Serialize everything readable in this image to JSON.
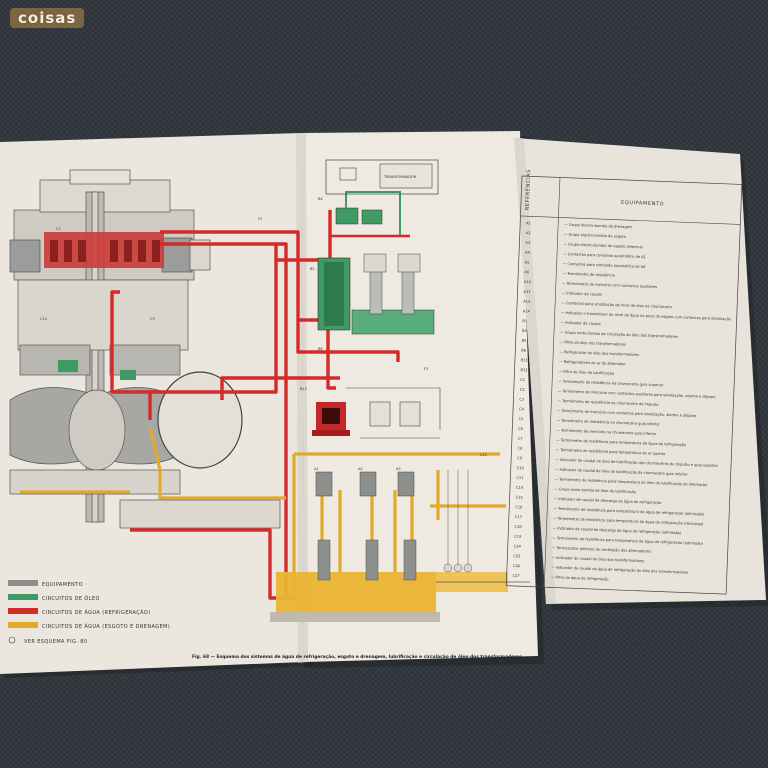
{
  "watermark": "coisas",
  "colors": {
    "equipment": "#8c8f8b",
    "oil": "#3f9a64",
    "cooling": "#d32a2a",
    "drainage": "#e2a92a",
    "paper": "#ece7df"
  },
  "legend": [
    {
      "label": "EQUIPAMENTO",
      "color": "#8c8f8b"
    },
    {
      "label": "CIRCUITOS DE ÓLEO",
      "color": "#3f9a64"
    },
    {
      "label": "CIRCUITOS DE ÁGUA (REFRIGERAÇÃO)",
      "color": "#d32a2a"
    },
    {
      "label": "CIRCUITOS DE ÁGUA (ESGOTO E DRENAGEM)",
      "color": "#e2a92a"
    },
    {
      "label": "VER ESQUEMA FIG. 80",
      "symbol": "circled-reference"
    }
  ],
  "caption": "Fig. 68 — Esquema dos sistemas de água de refrigeração, esgoto e drenagem, lubrificação e circulação de óleo dos transformadores",
  "table": {
    "header_ref": "REFERÊNCIAS",
    "header_equipment": "EQUIPAMENTO",
    "rows": [
      {
        "ref": "A1",
        "desc": "Grupo electro-bomba de drenagem"
      },
      {
        "ref": "A2",
        "desc": "Grupo electro-bomba de esgoto"
      },
      {
        "ref": "A3",
        "desc": "Grupo electro-bomba de esgoto (reserva)"
      },
      {
        "ref": "A4",
        "desc": "Contactos para comando automático de A1"
      },
      {
        "ref": "A5",
        "desc": "Contactos para comando automático de A4"
      },
      {
        "ref": "A6",
        "desc": "Termómetro de resistência"
      },
      {
        "ref": "A10",
        "desc": "Termómetro de mercúrio com contactos auxiliares"
      },
      {
        "ref": "A11",
        "desc": "Indicador de caudal"
      },
      {
        "ref": "A13",
        "desc": "Contactos para sinalização de nível de óleo na chumaceira"
      },
      {
        "ref": "A14",
        "desc": "Indicador e transmissor do nível de água no poço de esgoto com contactos para sinalização"
      },
      {
        "ref": "B1",
        "desc": "Indicador de caudal"
      },
      {
        "ref": "B4",
        "desc": "Grupo moto-bomba de circulação do óleo dos transformadores"
      },
      {
        "ref": "B5",
        "desc": "Filtro do óleo dos transformadores"
      },
      {
        "ref": "B6",
        "desc": "Refrigerador do óleo dos transformadores"
      },
      {
        "ref": "B11",
        "desc": "Refrigeradores do ar do alternador"
      },
      {
        "ref": "B12",
        "desc": "Filtro do óleo de lubrificação"
      },
      {
        "ref": "C1",
        "desc": "Termómetro de resistência na chumaceira guia superior"
      },
      {
        "ref": "C2",
        "desc": "Termómetro de mercúrio com contactos auxiliares para sinalização, alarme e disparo"
      },
      {
        "ref": "C3",
        "desc": "Termómetro de resistência na chumaceira de impulso"
      },
      {
        "ref": "C4",
        "desc": "Termómetro de mercúrio com contactos para sinalização, alarme e disparo"
      },
      {
        "ref": "C5",
        "desc": "Termómetro de resistência na chumaceira guia inferior"
      },
      {
        "ref": "C6",
        "desc": "Termómetro de mercúrio na chumaceira guia inferior"
      },
      {
        "ref": "C7",
        "desc": "Termómetro de resistência para temperatura da água de refrigeração"
      },
      {
        "ref": "C8",
        "desc": "Termómetro de resistência para temperatura do ar quente"
      },
      {
        "ref": "C9",
        "desc": "Indicador de caudal de óleo de lubrificação das chumaceiras de impulso e guia superior"
      },
      {
        "ref": "C10",
        "desc": "Indicador de caudal de óleo de lubrificação da chumaceira guia inferior"
      },
      {
        "ref": "C11",
        "desc": "Termómetro de resistência para temperatura do óleo de lubrificação do alternador"
      },
      {
        "ref": "C14",
        "desc": "Grupo moto-bomba de óleo de lubrificação"
      },
      {
        "ref": "C15",
        "desc": "Indicador de caudal de descarga da água de refrigeração"
      },
      {
        "ref": "C16",
        "desc": "Termómetro de resistência para temperatura da água de refrigeração (admissão)"
      },
      {
        "ref": "C17",
        "desc": "Termómetro de resistência para temperatura da água de refrigeração (descarga)"
      },
      {
        "ref": "C18",
        "desc": "Indicador de caudal de descarga da água de refrigeração (admissão)"
      },
      {
        "ref": "C19",
        "desc": "Termómetro de resistência para temperatura da água de refrigeração (admissão)"
      },
      {
        "ref": "C24",
        "desc": "Termostatos (pilotos) de ventilação dos alternadores"
      },
      {
        "ref": "C25",
        "desc": "Indicador de caudal do óleo dos transformadores"
      },
      {
        "ref": "C26",
        "desc": "Indicador de caudal da água de refrigeração do óleo dos transformadores"
      },
      {
        "ref": "C27",
        "desc": "Filtro da água de refrigeração"
      }
    ]
  },
  "diagram_labels": {
    "transformer": "TRANSFORMADOR",
    "tags": [
      "A1",
      "A2",
      "A3",
      "A4",
      "B4",
      "B5",
      "B6",
      "B11",
      "B12",
      "C1",
      "C9",
      "C10",
      "C14",
      "C15",
      "C25",
      "C26",
      "F2",
      "F3"
    ]
  }
}
